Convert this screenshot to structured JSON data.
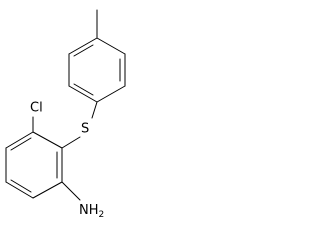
{
  "structure": {
    "atoms": {
      "chlorine": "Cl",
      "sulfur": "S",
      "amine_main": "NH",
      "amine_subscript": "2"
    }
  }
}
